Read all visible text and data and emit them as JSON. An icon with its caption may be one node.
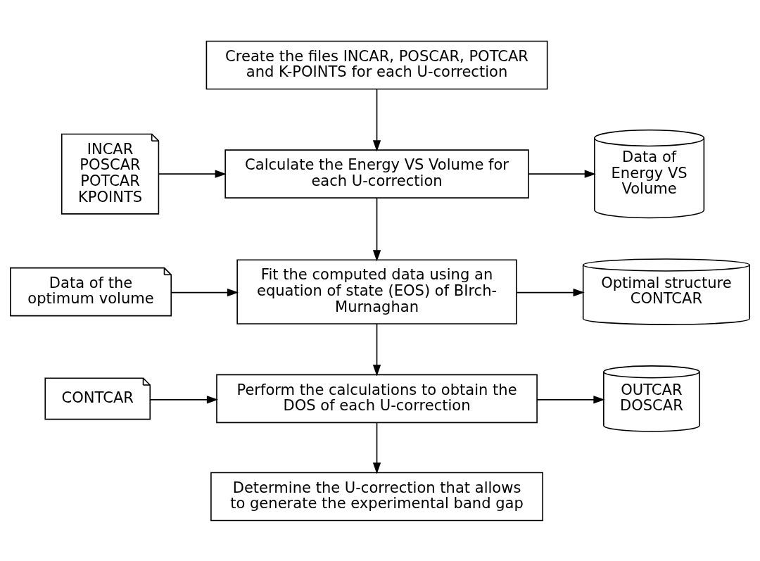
{
  "diagram": {
    "nodes": [
      {
        "text": [
          "Create the files INCAR, POSCAR, POTCAR and K-POINTS for each U-correction"
        ]
      },
      {
        "text": [
          "INCAR",
          "POSCAR",
          "POTCAR",
          "KPOINTS"
        ]
      },
      {
        "text": [
          "Calculate the Energy VS Volume for each U-correction"
        ]
      },
      {
        "text": [
          "Data of Energy VS Volume"
        ]
      },
      {
        "text": [
          "Data of the optimum volume"
        ]
      },
      {
        "text": [
          "Fit the computed data using an equation of state (EOS) of BIrch-Murnaghan"
        ]
      },
      {
        "text": [
          "Optimal structure",
          "CONTCAR"
        ]
      },
      {
        "text": [
          "CONTCAR"
        ]
      },
      {
        "text": [
          "Perform the calculations to obtain the DOS of each U-correction"
        ]
      },
      {
        "text": [
          "OUTCAR DOSCAR"
        ]
      },
      {
        "text": [
          "Determine the U-correction that allows to generate the experimental band gap"
        ]
      }
    ],
    "edges": [
      {
        "from": 0,
        "to": 2,
        "arrow": "to"
      },
      {
        "from": 1,
        "to": 2,
        "arrow": "to"
      },
      {
        "from": 2,
        "to": 3,
        "arrow": "to"
      },
      {
        "from": 2,
        "to": 5,
        "arrow": "to"
      },
      {
        "from": 4,
        "to": 5,
        "arrow": "to"
      },
      {
        "from": 5,
        "to": 6,
        "arrow": "to"
      },
      {
        "from": 5,
        "to": 8,
        "arrow": "to"
      },
      {
        "from": 7,
        "to": 8,
        "arrow": "to"
      },
      {
        "from": 8,
        "to": 9,
        "arrow": "to"
      },
      {
        "from": 8,
        "to": 10,
        "arrow": "to"
      }
    ]
  }
}
